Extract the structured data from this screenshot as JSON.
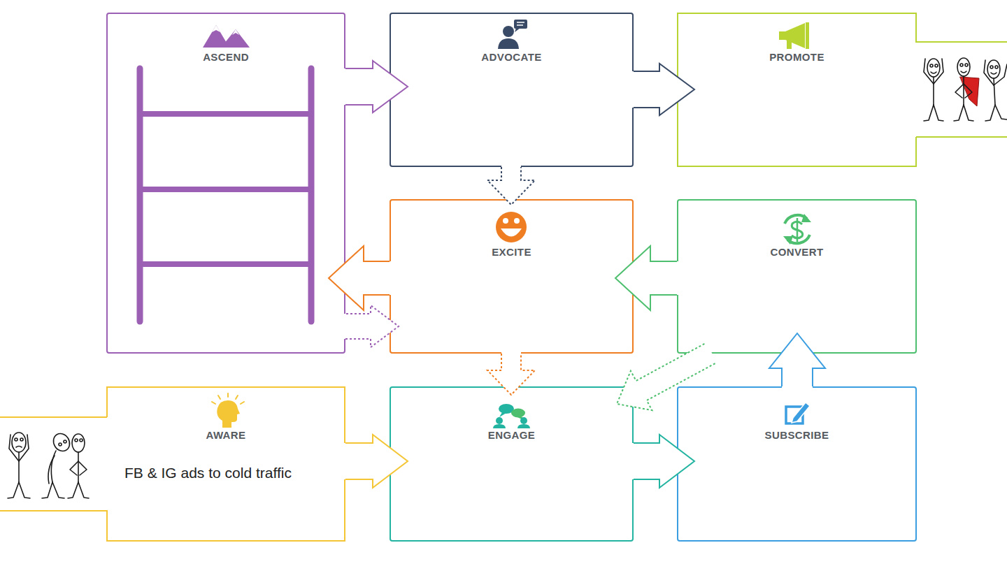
{
  "diagram": {
    "nodes": [
      {
        "text": [
          "ASCEND"
        ]
      },
      {
        "text": [
          "ADVOCATE"
        ]
      },
      {
        "text": [
          "PROMOTE"
        ]
      },
      {
        "text": [
          "EXCITE"
        ]
      },
      {
        "text": [
          "CONVERT"
        ]
      },
      {
        "text": [
          "AWARE",
          "FB & IG ads to cold traffic"
        ]
      },
      {
        "text": [
          "ENGAGE"
        ]
      },
      {
        "text": [
          "SUBSCRIBE"
        ]
      }
    ],
    "edges": [
      {
        "from": 0,
        "to": 1,
        "arrow": "to"
      },
      {
        "from": 1,
        "to": 2,
        "arrow": "to"
      },
      {
        "from": 1,
        "to": 3,
        "arrow": "to"
      },
      {
        "from": 3,
        "to": 0,
        "arrow": "to"
      },
      {
        "from": 0,
        "to": 3,
        "arrow": "to"
      },
      {
        "from": 4,
        "to": 3,
        "arrow": "to"
      },
      {
        "from": 3,
        "to": 6,
        "arrow": "to"
      },
      {
        "from": 4,
        "to": 6,
        "arrow": "to"
      },
      {
        "from": 5,
        "to": 6,
        "arrow": "to"
      },
      {
        "from": 6,
        "to": 7,
        "arrow": "to"
      },
      {
        "from": 7,
        "to": 4,
        "arrow": "to"
      }
    ]
  }
}
